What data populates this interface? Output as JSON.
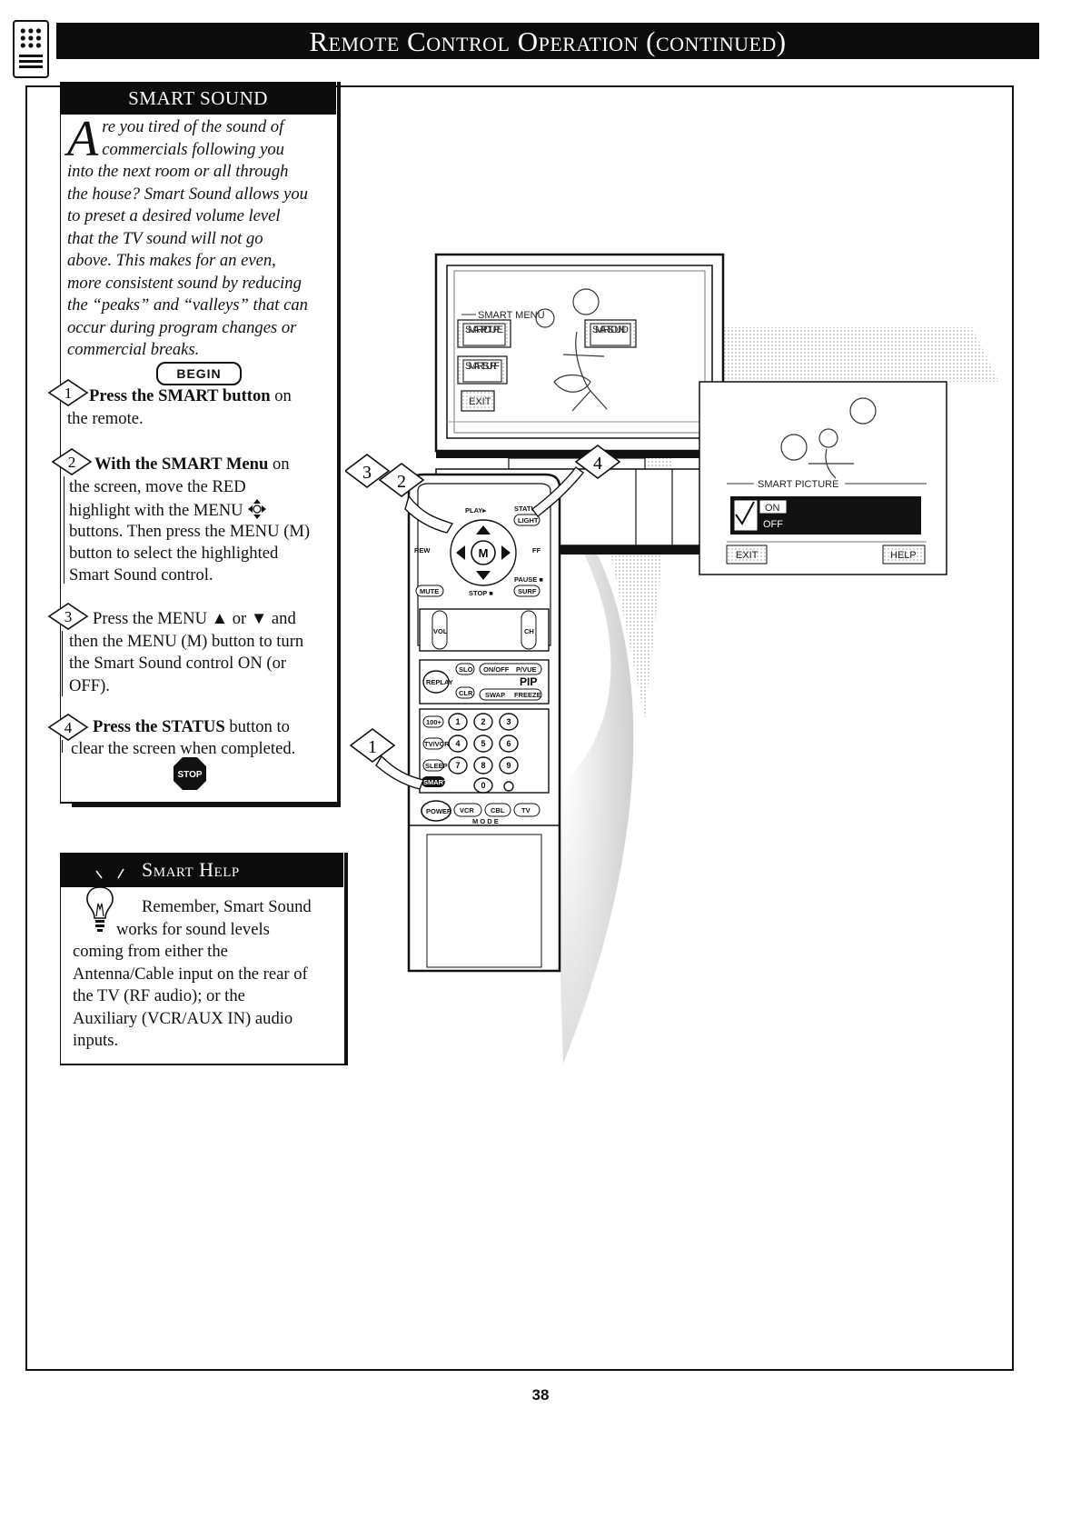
{
  "header": {
    "title": "Remote Control Operation (continued)"
  },
  "smart_sound": {
    "title": "SMART SOUND",
    "intro_dropcap": "A",
    "intro_lines": [
      "re you tired of the sound of",
      "commercials following you",
      "into the next room or all through",
      "the house? Smart Sound allows you",
      "to preset a desired volume level",
      "that the TV sound will not go",
      "above. This makes for an even,",
      "more consistent sound by reducing",
      "the “peaks” and “valleys” that can",
      "occur during program changes or",
      "commercial breaks."
    ],
    "begin_label": "BEGIN",
    "steps": [
      {
        "number": "1",
        "bold": "Press the SMART button",
        "lines": [
          "on",
          "the remote."
        ]
      },
      {
        "number": "2",
        "bold": "With the SMART Menu",
        "lines": [
          "on",
          "the screen, move the RED",
          "highlight with the MENU",
          "buttons. Then press the MENU (M)",
          "button to select the highlighted",
          "Smart Sound control."
        ]
      },
      {
        "number": "3",
        "bold": "",
        "lines": [
          "Press the MENU ▲ or ▼ and",
          "then the MENU (M) button to turn",
          "the Smart Sound control ON (or",
          "OFF)."
        ]
      },
      {
        "number": "4",
        "bold": "Press the STATUS",
        "lines": [
          "button to",
          "clear the screen when completed."
        ]
      }
    ],
    "stop_label": "STOP"
  },
  "smart_help": {
    "title": "Smart Help",
    "lines": [
      "Remember, Smart Sound",
      "works for sound levels",
      "coming from either the",
      "Antenna/Cable input on the rear of",
      "the TV (RF audio); or the",
      "Auxiliary (VCR/AUX IN) audio",
      "inputs."
    ]
  },
  "tv_screen": {
    "menu_title": "SMART MENU",
    "buttons": [
      "SMART PICTURE",
      "SMART SOUND",
      "SMART SURF",
      "EXIT"
    ]
  },
  "callout_screen": {
    "title": "SMART PICTURE",
    "options": [
      "ON",
      "OFF"
    ],
    "exit_label": "EXIT",
    "help_label": "HELP"
  },
  "remote": {
    "labels": {
      "play": "PLAY▸",
      "status": "STATUS",
      "light": "LIGHT",
      "rew": "REW",
      "ff": "FF",
      "menu": "M",
      "mute": "MUTE",
      "stop": "STOP ■",
      "surf": "SURF",
      "pause": "PAUSE ■",
      "vol": "VOL",
      "ch": "CH",
      "slo": "SLO",
      "replay": "REPLAY",
      "clr": "CLR",
      "pip_onoff": "ON/OFF",
      "pip_pvue": "P/VUE",
      "pip": "PIP",
      "swap": "SWAP",
      "freeze": "FREEZE",
      "k100": "100+",
      "tvvcr": "TV/VCR",
      "sleep": "SLEEP",
      "smart": "SMART",
      "power": "POWER",
      "vcr": "VCR",
      "cbl": "CBL",
      "tv": "TV",
      "mode": "M O D E"
    },
    "digits": [
      "1",
      "2",
      "3",
      "4",
      "5",
      "6",
      "7",
      "8",
      "9",
      "0"
    ],
    "callouts": [
      "3",
      "2",
      "4",
      "1"
    ]
  },
  "footer": {
    "page_number": "38"
  }
}
